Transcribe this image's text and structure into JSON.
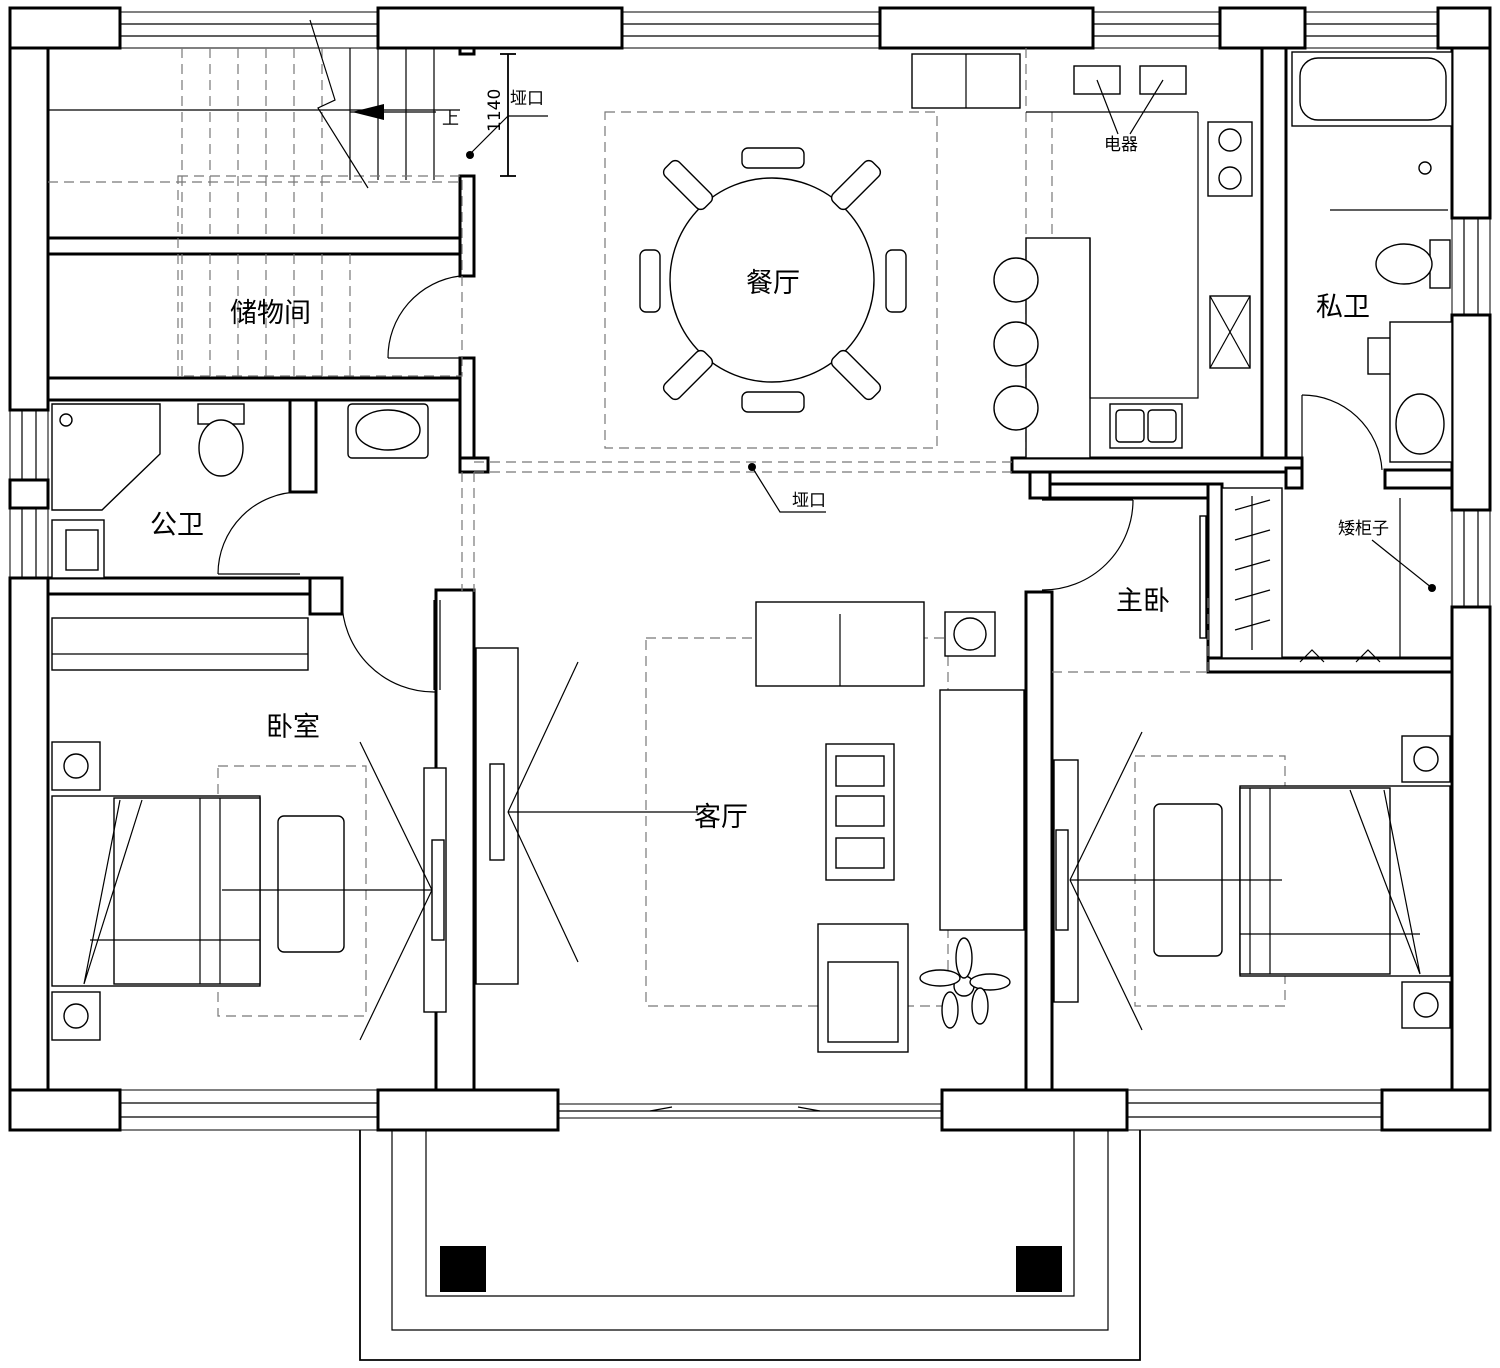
{
  "rooms": {
    "dining": "餐厅",
    "storage": "储物间",
    "public_bath": "公卫",
    "private_bath": "私卫",
    "bedroom": "卧室",
    "living": "客厅",
    "master_bedroom": "主卧"
  },
  "notes": {
    "up": "上",
    "dimension": "1140",
    "opening_top": "垭口",
    "opening_mid": "垭口",
    "appliance": "电器",
    "low_cabinet": "矮柜子"
  }
}
